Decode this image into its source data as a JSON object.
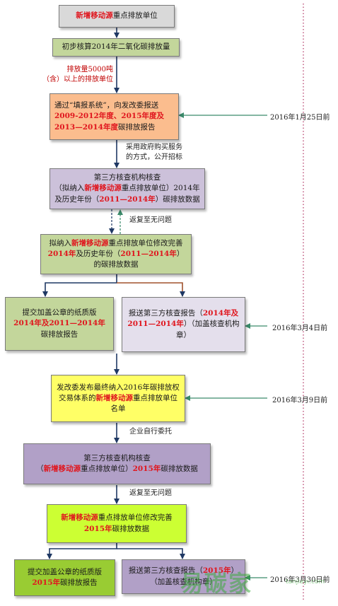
{
  "boxes": [
    {
      "id": "b1",
      "bg": "#d9d9d9",
      "parts": [
        {
          "t": "新增移动源",
          "red": true
        },
        {
          "t": "重点排放单位",
          "red": false
        }
      ]
    },
    {
      "id": "b2",
      "bg": "#c3d69b",
      "parts": [
        {
          "t": "初步核算2014年二氧化碳排放量",
          "red": false
        }
      ]
    },
    {
      "id": "b3",
      "bg": "#fbbd8e",
      "parts": [
        {
          "t": "通过“填报系统”，向发改委报送",
          "red": false
        },
        {
          "t": "2009-2012年度、2015年度及2013—2014年度",
          "red": true
        },
        {
          "t": "碳排放报告",
          "red": false
        }
      ]
    },
    {
      "id": "b4",
      "bg": "#ccc1da",
      "parts": [
        {
          "t": "第三方核查机构核查",
          "red": false,
          "br": true
        },
        {
          "t": "（拟纳入",
          "red": false
        },
        {
          "t": "新增移动源",
          "red": true
        },
        {
          "t": "重点排放单位）2014年及历史年份（",
          "red": false
        },
        {
          "t": "2011—2014年",
          "red": true
        },
        {
          "t": "）碳排放数据",
          "red": false
        }
      ]
    },
    {
      "id": "b5",
      "bg": "#c3d69b",
      "parts": [
        {
          "t": "拟纳入",
          "red": false
        },
        {
          "t": "新增移动源",
          "red": true
        },
        {
          "t": "重点排放单位修改完善",
          "red": false
        },
        {
          "t": "2014年",
          "red": true
        },
        {
          "t": "及历史年份（",
          "red": false
        },
        {
          "t": "2011—2014年",
          "red": true
        },
        {
          "t": "）的碳排放数据",
          "red": false
        }
      ]
    },
    {
      "id": "b6",
      "bg": "#c3d69b",
      "parts": [
        {
          "t": "提交加盖公章的纸质版",
          "red": false,
          "br": true
        },
        {
          "t": "2014年及2011—2014年",
          "red": true
        },
        {
          "t": "碳排放报告",
          "red": false
        }
      ]
    },
    {
      "id": "b7",
      "bg": "#e4dfec",
      "parts": [
        {
          "t": "报送第三方核查报告（",
          "red": false
        },
        {
          "t": "2014年及2011—2014年",
          "red": true
        },
        {
          "t": "）（加盖核查机构章）",
          "red": false
        }
      ]
    },
    {
      "id": "b8",
      "bg": "#ffff66",
      "parts": [
        {
          "t": "发改委发布最终纳入2016年碳排放权交易体系的",
          "red": false
        },
        {
          "t": "新增移动源",
          "red": true
        },
        {
          "t": "重点排放单位名单",
          "red": false
        }
      ]
    },
    {
      "id": "b9",
      "bg": "#b1a0c7",
      "parts": [
        {
          "t": "第三方核查机构核查",
          "red": false,
          "br": true
        },
        {
          "t": "（",
          "red": false
        },
        {
          "t": "新增移动源",
          "red": true
        },
        {
          "t": "重点排放单位）",
          "red": false
        },
        {
          "t": "2015年",
          "red": true
        },
        {
          "t": "碳排放数据",
          "red": false
        }
      ]
    },
    {
      "id": "b10",
      "bg": "#ccff33",
      "parts": [
        {
          "t": "新增移动源",
          "red": true
        },
        {
          "t": "重点排放单位修改完善",
          "red": false,
          "br": true
        },
        {
          "t": "2015年",
          "red": true
        },
        {
          "t": "碳排放数据",
          "red": false
        }
      ]
    },
    {
      "id": "b11",
      "bg": "#99cc33",
      "parts": [
        {
          "t": "提交加盖公章的纸质版",
          "red": false,
          "br": true
        },
        {
          "t": "2015年",
          "red": true
        },
        {
          "t": "碳排放报告",
          "red": false
        }
      ]
    },
    {
      "id": "b12",
      "bg": "#b1a0c7",
      "parts": [
        {
          "t": "报送第三方核查报告（",
          "red": false
        },
        {
          "t": "2015年",
          "red": true
        },
        {
          "t": "）（加盖核查机构章）",
          "red": false
        }
      ]
    }
  ],
  "labels": {
    "threshold_line1": "排放量5000吨",
    "threshold_line2": "（含）以上的排放单位",
    "procure_line1": "采用政府购买服务",
    "procure_line2": "的方式，公开招标",
    "feedback1": "返复至无问题",
    "entrust": "企业自行委托",
    "feedback2": "返复至无问题"
  },
  "dates": [
    "2016年1月25日前",
    "2016年3月4日前",
    "2016年3月9日前",
    "2016年3月30日前"
  ],
  "watermark": {
    "cn": "易碳家",
    "en": "tanjiayi.com"
  }
}
